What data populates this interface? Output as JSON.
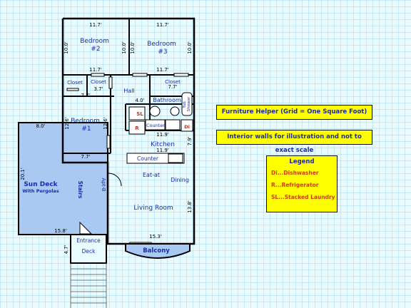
{
  "grid": {
    "color": "#9fd8f0",
    "background": "#e9fbff"
  },
  "colors": {
    "wall": "#000000",
    "label": "#1a2bb0",
    "deck": "#a9c8f2",
    "panel": "#ffff00",
    "legend_item": "#d83a10"
  },
  "rooms": {
    "bedroom2": "Bedroom\n#2",
    "bedroom3": "Bedroom\n#3",
    "bedroom1": "Bedroom\n#1",
    "closet_left": "Closet",
    "closet_mid": "Closet",
    "closet_right": "Closet",
    "hall": "Hall",
    "bathroom": "Bathroom",
    "tub_shower": "Tub\nShower",
    "kitchen": "Kitchen",
    "counter_top": "Counter",
    "counter_bottom": "Counter",
    "eat_at": "Eat-at",
    "dining": "Dining",
    "living_room": "Living Room",
    "balcony": "Balcony",
    "sun_deck": "Sun Deck",
    "sun_deck_sub": "With Pergolas",
    "stairs": "Stairs",
    "apt_b": "Apt-B",
    "entrance": "Entrance",
    "deck": "Deck",
    "sl": "SL",
    "r": "R",
    "di": "Di"
  },
  "dimensions": {
    "b2_top": "11.7'",
    "b3_top": "11.7'",
    "b2_left": "10.0'",
    "b2_right": "10.0'",
    "b3_left": "10.0'",
    "b3_right": "10.0'",
    "mid_left": "11.7'",
    "mid_right": "11.7'",
    "closet_w": "3.7'",
    "closet_r": "7.7'",
    "b1_top": "7.7'",
    "b1_left": "12.6'",
    "b1_right": "12.6'",
    "b1_bottom": "7.7'",
    "bath_top": "4.0'",
    "kitchen_top": "11.9'",
    "kitchen_bottom": "11.9'",
    "kitchen_side": "7.9'",
    "deck_top": "8.0'",
    "deck_left": "20.1'",
    "deck_bottom": "15.8'",
    "living_side": "13.8'",
    "living_bottom": "15.3'",
    "entrance_side": "4.7'"
  },
  "helper": {
    "line1": "Furniture Helper (Grid = One Square Foot)",
    "line2": "Interior walls for illustration and not to exact scale"
  },
  "legend": {
    "title": "Legend",
    "items": [
      "Di...Dishwasher",
      "R...Refrigerator",
      "SL...Stacked Laundry"
    ]
  }
}
